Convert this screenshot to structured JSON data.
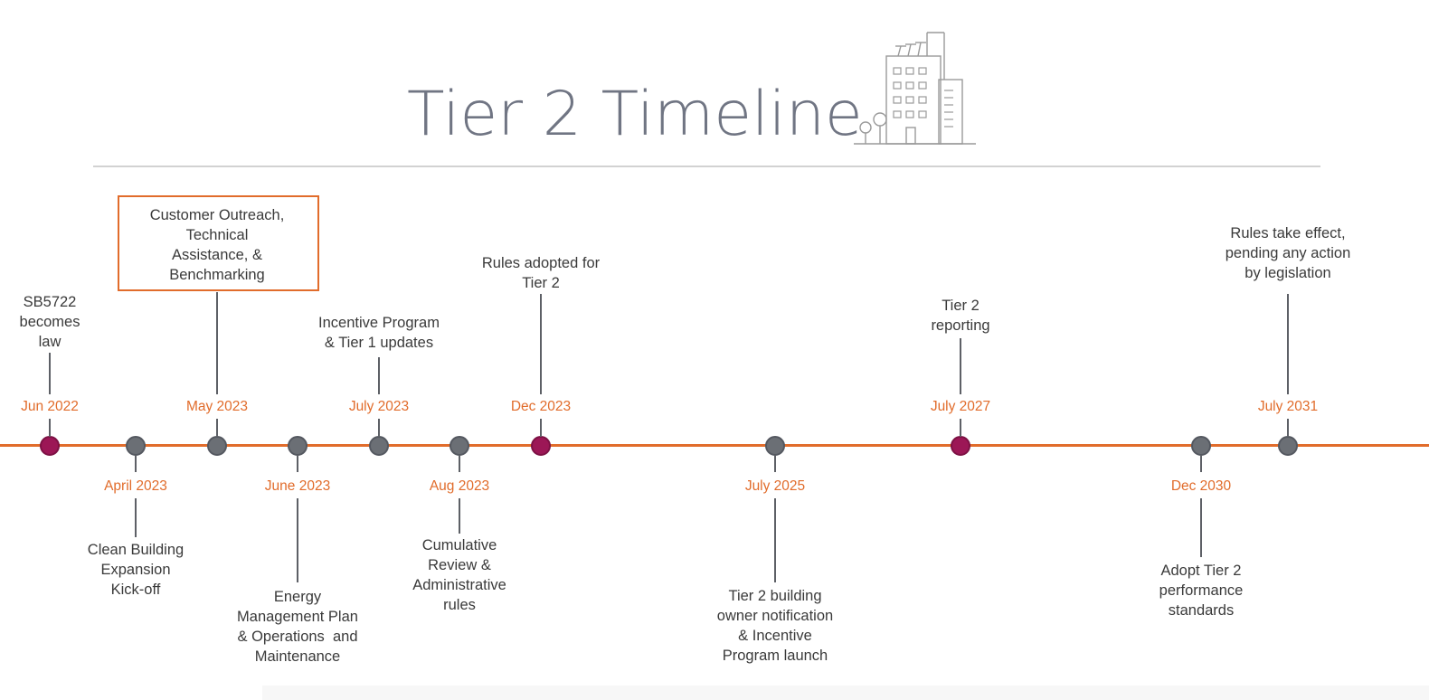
{
  "title": "Tier 2 Timeline",
  "colors": {
    "timeline": "#e16c2b",
    "milestone": "#9c1756",
    "event": "#6b6f75",
    "title": "#707583"
  },
  "icons": {
    "header": "city-buildings-icon"
  },
  "events": [
    {
      "id": "jun-2022",
      "date": "Jun 2022",
      "lines": [
        "SB5722",
        "becomes",
        "law"
      ],
      "milestone": true,
      "side": "above"
    },
    {
      "id": "apr-2023",
      "date": "April 2023",
      "lines": [
        "Clean Building",
        "Expansion",
        "Kick-off"
      ],
      "milestone": false,
      "side": "below"
    },
    {
      "id": "may-2023",
      "date": "May 2023",
      "lines": [
        "Customer Outreach,",
        "Technical",
        "Assistance, &",
        "Benchmarking"
      ],
      "milestone": false,
      "side": "above",
      "boxed": true
    },
    {
      "id": "jun-2023",
      "date": "June 2023",
      "lines": [
        "Energy",
        "Management Plan",
        "& Operations  and",
        "Maintenance"
      ],
      "milestone": false,
      "side": "below"
    },
    {
      "id": "jul-2023",
      "date": "July 2023",
      "lines": [
        "Incentive Program",
        "& Tier 1 updates"
      ],
      "milestone": false,
      "side": "above"
    },
    {
      "id": "aug-2023",
      "date": "Aug 2023",
      "lines": [
        "Cumulative",
        "Review &",
        "Administrative",
        "rules"
      ],
      "milestone": false,
      "side": "below"
    },
    {
      "id": "dec-2023",
      "date": "Dec 2023",
      "lines": [
        "Rules adopted for",
        "Tier 2"
      ],
      "milestone": true,
      "side": "above"
    },
    {
      "id": "jul-2025",
      "date": "July 2025",
      "lines": [
        "Tier 2 building",
        "owner notification",
        "& Incentive",
        "Program launch"
      ],
      "milestone": false,
      "side": "below"
    },
    {
      "id": "jul-2027",
      "date": "July 2027",
      "lines": [
        "Tier 2",
        "reporting"
      ],
      "milestone": true,
      "side": "above"
    },
    {
      "id": "dec-2030",
      "date": "Dec 2030",
      "lines": [
        "Adopt Tier 2",
        "performance",
        "standards"
      ],
      "milestone": false,
      "side": "below"
    },
    {
      "id": "jul-2031",
      "date": "July 2031",
      "lines": [
        "Rules take effect,",
        "pending any action",
        "by legislation"
      ],
      "milestone": false,
      "side": "above"
    }
  ]
}
